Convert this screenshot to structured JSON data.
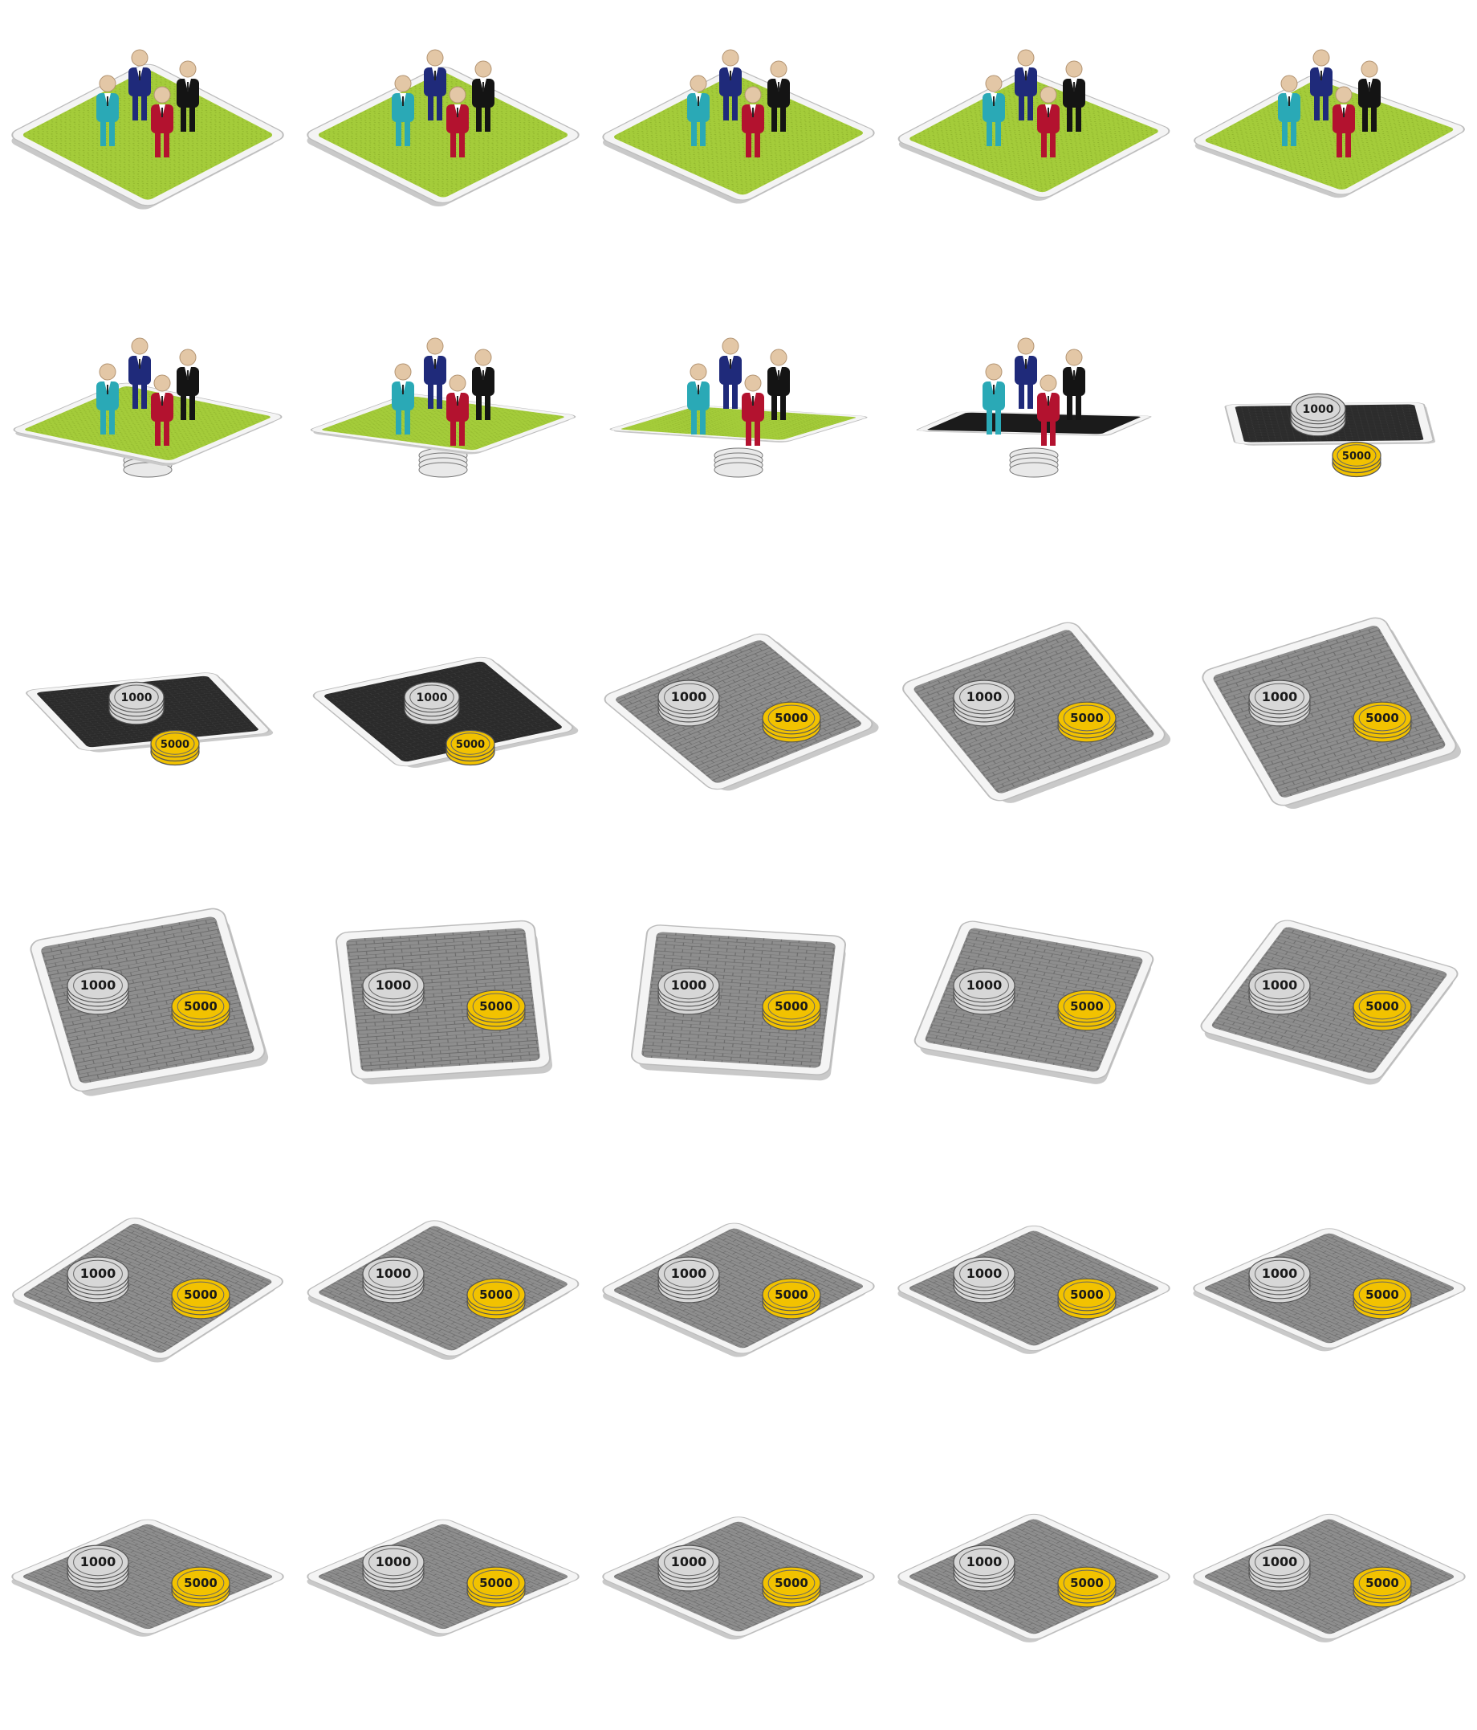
{
  "sprite_sheet": {
    "columns": 5,
    "rows": 6,
    "frame_count": 30,
    "animation": "tile-flip-people-to-coins"
  },
  "coins": {
    "silver_label": "1000",
    "gold_label": "5000"
  },
  "colors": {
    "grass": "#a4cc3a",
    "grass_dark": "#8fb42c",
    "paving": "#8e8e8e",
    "paving_dark": "#6c6c6c",
    "back_panel": "#2a2a2a",
    "tile_edge": "#f4f4f4",
    "tile_edge_shadow": "#c9c9c9",
    "silver": "#d7d7d7",
    "gold": "#f2c200",
    "person_cyan": "#2aa9b6",
    "person_navy": "#1f2a7a",
    "person_red": "#b3122f",
    "person_black": "#141414",
    "skin": "#e3c7a6"
  },
  "frames": [
    {
      "face": "grass",
      "rot": 0,
      "sy": 0.52
    },
    {
      "face": "grass",
      "rot": 0,
      "sy": 0.5
    },
    {
      "face": "grass",
      "rot": -2,
      "sy": 0.48
    },
    {
      "face": "grass",
      "rot": -4,
      "sy": 0.46
    },
    {
      "face": "grass",
      "rot": -6,
      "sy": 0.44
    },
    {
      "face": "grass",
      "rot": -10,
      "sy": 0.3
    },
    {
      "face": "grass",
      "rot": -14,
      "sy": 0.22
    },
    {
      "face": "grass",
      "rot": -20,
      "sy": 0.14
    },
    {
      "face": "edge",
      "rot": -32,
      "sy": 0.1
    },
    {
      "face": "back",
      "rot": -48,
      "sy": 0.2
    },
    {
      "face": "back",
      "rot": -62,
      "sy": 0.32
    },
    {
      "face": "back",
      "rot": -72,
      "sy": 0.42
    },
    {
      "face": "paving",
      "rot": -80,
      "sy": 0.58
    },
    {
      "face": "paving",
      "rot": -74,
      "sy": 0.68
    },
    {
      "face": "paving",
      "rot": -68,
      "sy": 0.74
    },
    {
      "face": "paving",
      "rot": -58,
      "sy": 0.78
    },
    {
      "face": "paving",
      "rot": -50,
      "sy": 0.74
    },
    {
      "face": "paving",
      "rot": -40,
      "sy": 0.7
    },
    {
      "face": "paving",
      "rot": -30,
      "sy": 0.66
    },
    {
      "face": "paving",
      "rot": -20,
      "sy": 0.62
    },
    {
      "face": "paving",
      "rot": -6,
      "sy": 0.52
    },
    {
      "face": "paving",
      "rot": -4,
      "sy": 0.5
    },
    {
      "face": "paving",
      "rot": -2,
      "sy": 0.48
    },
    {
      "face": "paving",
      "rot": 0,
      "sy": 0.46
    },
    {
      "face": "paving",
      "rot": 0,
      "sy": 0.44
    },
    {
      "face": "paving",
      "rot": 0,
      "sy": 0.42
    },
    {
      "face": "paving",
      "rot": 0,
      "sy": 0.42
    },
    {
      "face": "paving",
      "rot": 0,
      "sy": 0.44
    },
    {
      "face": "paving",
      "rot": 0,
      "sy": 0.46
    },
    {
      "face": "paving",
      "rot": 0,
      "sy": 0.46
    }
  ]
}
